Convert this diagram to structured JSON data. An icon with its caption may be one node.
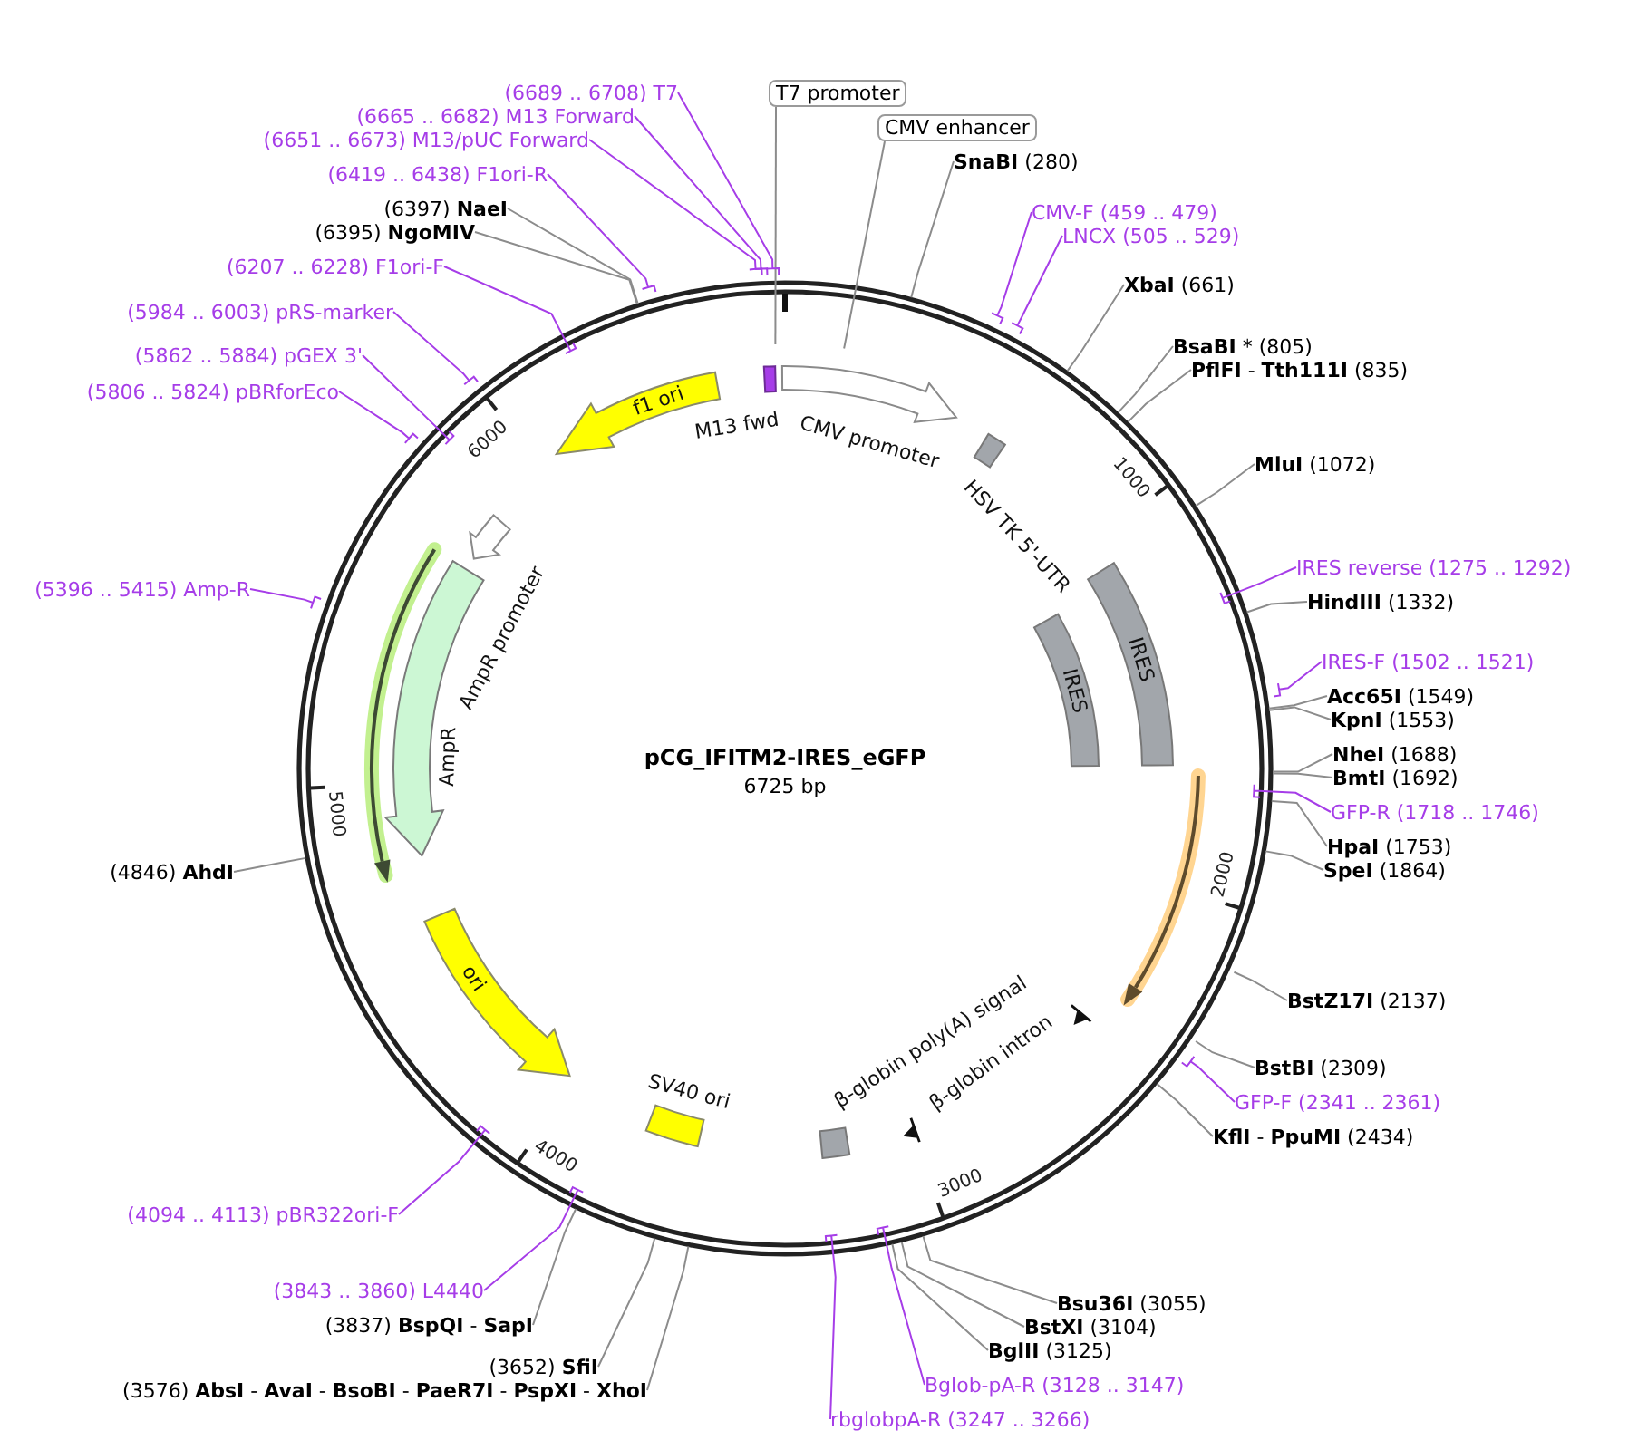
{
  "diagram": {
    "title": "pCG_IFITM2-IRES_eGFP",
    "nodes": [
      {
        "text": [
          "T7 promoter"
        ]
      },
      {
        "text": [
          "CMV enhancer"
        ]
      },
      {
        "text": [
          "**SnaBI** (280)"
        ]
      },
      {
        "text": [
          "CMV-F (459 .. 479)"
        ]
      },
      {
        "text": [
          "LNCX (505 .. 529)"
        ]
      },
      {
        "text": [
          "**XbaI** (661)"
        ]
      },
      {
        "text": [
          "**BsaBI** * (805)"
        ]
      },
      {
        "text": [
          "**PflFI** - **Tth111I** (835)"
        ]
      },
      {
        "text": [
          "**MluI** (1072)"
        ]
      },
      {
        "text": [
          "IRES reverse (1275 .. 1292)"
        ]
      },
      {
        "text": [
          "**HindIII** (1332)"
        ]
      },
      {
        "text": [
          "IRES-F (1502 .. 1521)"
        ]
      },
      {
        "text": [
          "**Acc65I** (1549)"
        ]
      },
      {
        "text": [
          "**KpnI** (1553)"
        ]
      },
      {
        "text": [
          "**NheI** (1688)"
        ]
      },
      {
        "text": [
          "**BmtI** (1692)"
        ]
      },
      {
        "text": [
          "GFP-R (1718 .. 1746)"
        ]
      },
      {
        "text": [
          "**HpaI** (1753)"
        ]
      },
      {
        "text": [
          "**SpeI** (1864)"
        ]
      },
      {
        "text": [
          "**BstZ17I** (2137)"
        ]
      },
      {
        "text": [
          "**BstBI** (2309)"
        ]
      },
      {
        "text": [
          "GFP-F (2341 .. 2361)"
        ]
      },
      {
        "text": [
          "**KflI** - **PpuMI** (2434)"
        ]
      },
      {
        "text": [
          "**Bsu36I** (3055)"
        ]
      },
      {
        "text": [
          "**BstXI** (3104)"
        ]
      },
      {
        "text": [
          "**BglII** (3125)"
        ]
      },
      {
        "text": [
          "Bglob-pA-R (3128 .. 3147)"
        ]
      },
      {
        "text": [
          "rbglobpA-R (3247 .. 3266)"
        ]
      },
      {
        "text": [
          "(3652) **SfiI**"
        ]
      },
      {
        "text": [
          "(3576) **AbsI** - **AvaI** - **BsoBI** - **PaeR7I** - **PspXI** - **XhoI**"
        ]
      },
      {
        "text": [
          "(3837) **BspQI** - **SapI**"
        ]
      },
      {
        "text": [
          "(3843 .. 3860) L4440"
        ]
      },
      {
        "text": [
          "(4094 .. 4113) pBR322ori-F"
        ]
      },
      {
        "text": [
          "(4846) **AhdI**"
        ]
      },
      {
        "text": [
          "(5396 .. 5415) Amp-R"
        ]
      },
      {
        "text": [
          "(5806 .. 5824) pBRforEco"
        ]
      },
      {
        "text": [
          "(5862 .. 5884) pGEX 3'"
        ]
      },
      {
        "text": [
          "(5984 .. 6003) pRS-marker"
        ]
      },
      {
        "text": [
          "(6207 .. 6228) F1ori-F"
        ]
      },
      {
        "text": [
          "(6395) **NgoMIV**"
        ]
      },
      {
        "text": [
          "(6397) **NaeI**"
        ]
      },
      {
        "text": [
          "(6419 .. 6438) F1ori-R"
        ]
      },
      {
        "text": [
          "(6651 .. 6673) M13/pUC Forward"
        ]
      },
      {
        "text": [
          "(6665 .. 6682) M13 Forward"
        ]
      },
      {
        "text": [
          "(6689 .. 6708) T7"
        ]
      },
      {
        "text": [
          "M13 fwd"
        ]
      },
      {
        "text": [
          "CMV promoter"
        ]
      },
      {
        "text": [
          "HSV TK 5'-UTR"
        ]
      },
      {
        "text": [
          "IRES"
        ]
      },
      {
        "text": [
          "IRES"
        ]
      },
      {
        "text": [],
        "shape": "arrow"
      },
      {
        "text": [
          "β-globin intron"
        ]
      },
      {
        "text": [
          "β-globin poly(A) signal"
        ]
      },
      {
        "text": [
          "SV40 ori"
        ]
      },
      {
        "text": [
          "ori"
        ]
      },
      {
        "text": [
          "AmpR"
        ]
      },
      {
        "text": [],
        "shape": "arrow"
      },
      {
        "text": [
          "AmpR promoter"
        ]
      },
      {
        "text": [
          "f1 ori"
        ]
      }
    ],
    "edges": [
      {
        "from": 0,
        "to": null,
        "arrow": "none"
      },
      {
        "from": 1,
        "to": null,
        "arrow": "none"
      },
      {
        "from": 2,
        "to": null,
        "arrow": "none"
      },
      {
        "from": 3,
        "to": null,
        "arrow": "none",
        "color": "#a63de8"
      },
      {
        "from": 4,
        "to": null,
        "arrow": "none",
        "color": "#a63de8"
      },
      {
        "from": 5,
        "to": null,
        "arrow": "none"
      },
      {
        "from": 6,
        "to": null,
        "arrow": "none"
      },
      {
        "from": 7,
        "to": null,
        "arrow": "none"
      },
      {
        "from": 8,
        "to": null,
        "arrow": "none"
      },
      {
        "from": 9,
        "to": null,
        "arrow": "none",
        "color": "#a63de8"
      },
      {
        "from": 10,
        "to": null,
        "arrow": "none"
      },
      {
        "from": 11,
        "to": null,
        "arrow": "none",
        "color": "#a63de8"
      },
      {
        "from": 12,
        "to": null,
        "arrow": "none"
      },
      {
        "from": 13,
        "to": null,
        "arrow": "none"
      },
      {
        "from": 14,
        "to": null,
        "arrow": "none"
      },
      {
        "from": 15,
        "to": null,
        "arrow": "none"
      },
      {
        "from": 16,
        "to": null,
        "arrow": "none",
        "color": "#a63de8"
      },
      {
        "from": 17,
        "to": null,
        "arrow": "none"
      },
      {
        "from": 18,
        "to": null,
        "arrow": "none"
      },
      {
        "from": 19,
        "to": null,
        "arrow": "none"
      },
      {
        "from": 20,
        "to": null,
        "arrow": "none"
      },
      {
        "from": 21,
        "to": null,
        "arrow": "none",
        "color": "#a63de8"
      },
      {
        "from": 22,
        "to": null,
        "arrow": "none"
      },
      {
        "from": 23,
        "to": null,
        "arrow": "none"
      },
      {
        "from": 24,
        "to": null,
        "arrow": "none"
      },
      {
        "from": 25,
        "to": null,
        "arrow": "none"
      },
      {
        "from": 26,
        "to": null,
        "arrow": "none",
        "color": "#a63de8"
      },
      {
        "from": 27,
        "to": null,
        "arrow": "none",
        "color": "#a63de8"
      },
      {
        "from": 28,
        "to": null,
        "arrow": "none"
      },
      {
        "from": 29,
        "to": null,
        "arrow": "none"
      },
      {
        "from": 30,
        "to": null,
        "arrow": "none"
      },
      {
        "from": 31,
        "to": null,
        "arrow": "none",
        "color": "#a63de8"
      },
      {
        "from": 32,
        "to": null,
        "arrow": "none",
        "color": "#a63de8"
      },
      {
        "from": 33,
        "to": null,
        "arrow": "none"
      },
      {
        "from": 34,
        "to": null,
        "arrow": "none",
        "color": "#a63de8"
      },
      {
        "from": 35,
        "to": null,
        "arrow": "none",
        "color": "#a63de8"
      },
      {
        "from": 36,
        "to": null,
        "arrow": "none",
        "color": "#a63de8"
      },
      {
        "from": 37,
        "to": null,
        "arrow": "none",
        "color": "#a63de8"
      },
      {
        "from": 38,
        "to": null,
        "arrow": "none",
        "color": "#a63de8"
      },
      {
        "from": 39,
        "to": null,
        "arrow": "none"
      },
      {
        "from": 40,
        "to": null,
        "arrow": "none"
      },
      {
        "from": 41,
        "to": null,
        "arrow": "none",
        "color": "#a63de8"
      },
      {
        "from": 42,
        "to": null,
        "arrow": "none",
        "color": "#a63de8"
      },
      {
        "from": 43,
        "to": null,
        "arrow": "none",
        "color": "#a63de8"
      },
      {
        "from": 44,
        "to": null,
        "arrow": "none",
        "color": "#a63de8"
      }
    ],
    "labels": [
      "6725 bp",
      "1000",
      "2000",
      "3000",
      "4000",
      "5000",
      "6000"
    ]
  }
}
